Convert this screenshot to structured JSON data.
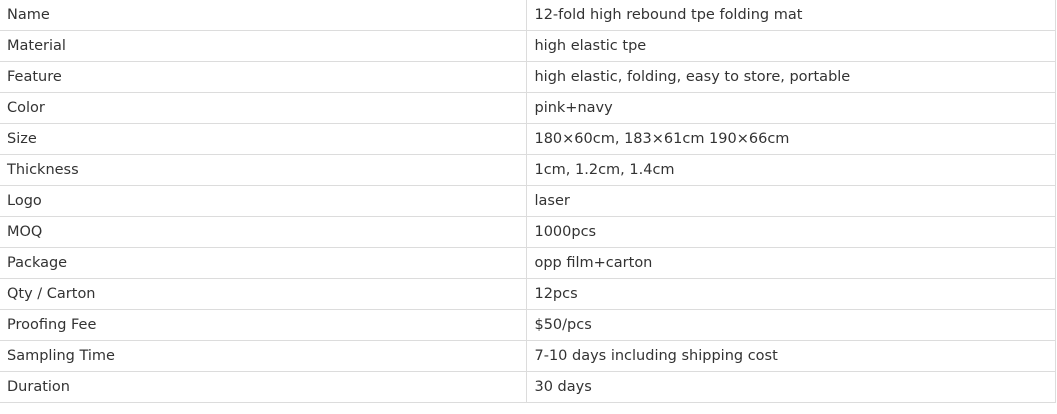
{
  "spec_table": {
    "rows": [
      {
        "key": "Name",
        "value": "12-fold high rebound tpe folding mat"
      },
      {
        "key": "Material",
        "value": "high elastic tpe"
      },
      {
        "key": "Feature",
        "value": "high elastic, folding, easy to store, portable"
      },
      {
        "key": "Color",
        "value": "pink+navy"
      },
      {
        "key": "Size",
        "value": "180×60cm, 183×61cm 190×66cm"
      },
      {
        "key": "Thickness",
        "value": "1cm, 1.2cm, 1.4cm"
      },
      {
        "key": "Logo",
        "value": "laser"
      },
      {
        "key": "MOQ",
        "value": "1000pcs"
      },
      {
        "key": "Package",
        "value": "opp film+carton"
      },
      {
        "key": "Qty / Carton",
        "value": "12pcs"
      },
      {
        "key": "Proofing Fee",
        "value": "$50/pcs"
      },
      {
        "key": "Sampling Time",
        "value": "7-10 days including shipping cost"
      },
      {
        "key": "Duration",
        "value": "30 days"
      }
    ]
  }
}
